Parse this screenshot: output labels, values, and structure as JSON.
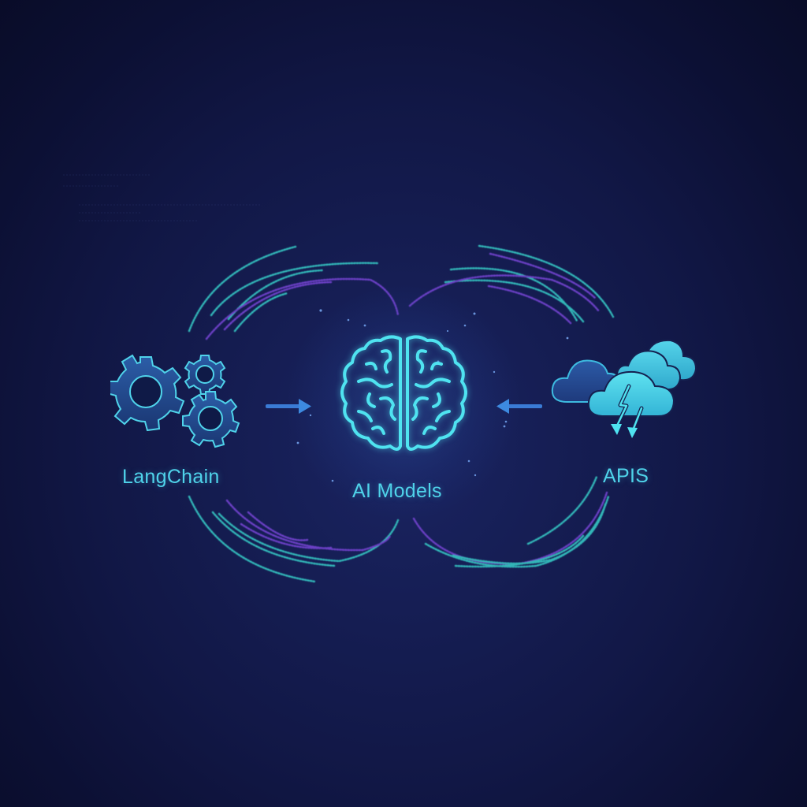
{
  "diagram": {
    "nodes": [
      {
        "id": "langchain",
        "label": "LangChain",
        "icon": "gears-icon"
      },
      {
        "id": "ai_models",
        "label": "AI Models",
        "icon": "brain-icon"
      },
      {
        "id": "apis",
        "label": "APIS",
        "icon": "storm-clouds-icon"
      }
    ],
    "edges": [
      {
        "from": "langchain",
        "to": "ai_models",
        "icon": "arrow-right-icon"
      },
      {
        "from": "apis",
        "to": "ai_models",
        "icon": "arrow-left-icon"
      }
    ]
  },
  "colors": {
    "background": "#111745",
    "accent_cyan": "#4fd3ea",
    "accent_purple": "#6a3fc4",
    "arrow_blue": "#3a7bd5",
    "gear_fill": "#1e4a8a",
    "cloud_fill": "#3fc6e0"
  }
}
